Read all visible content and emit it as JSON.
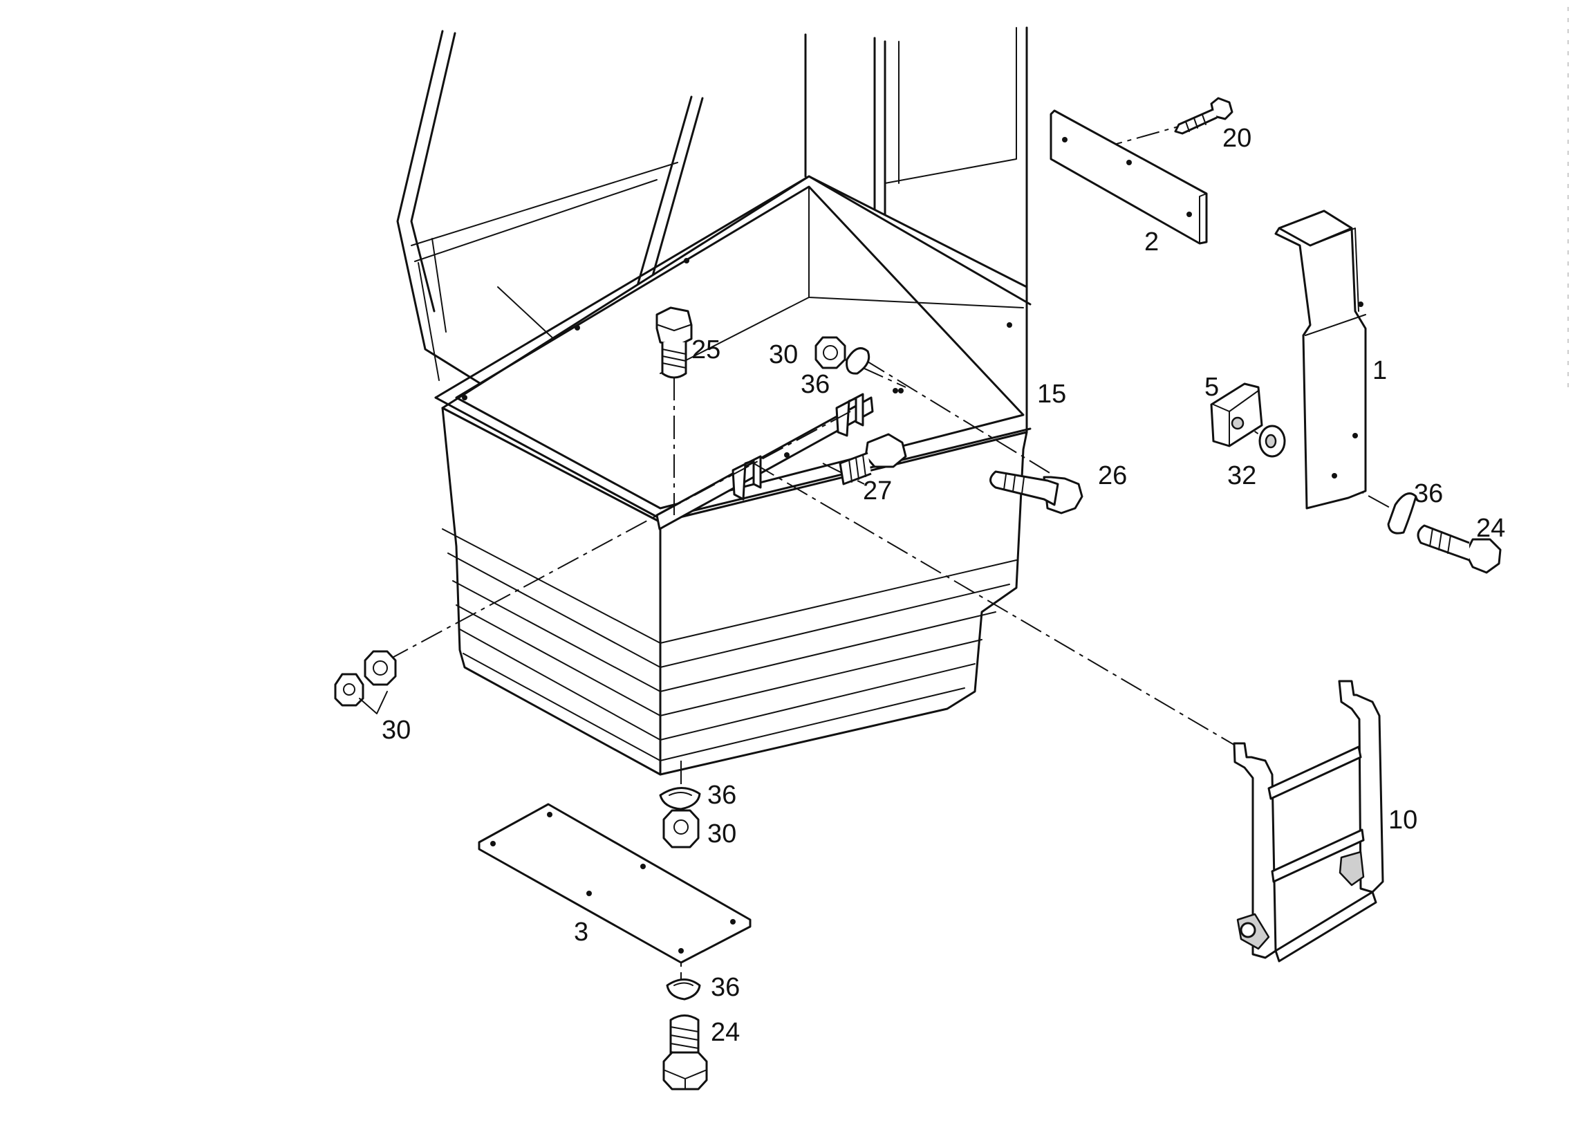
{
  "diagram": {
    "labels": {
      "l1": "1",
      "l2": "2",
      "l3": "3",
      "l5": "5",
      "l10": "10",
      "l15": "15",
      "l20": "20",
      "l24_right": "24",
      "l24_bottom": "24",
      "l25": "25",
      "l26": "26",
      "l27": "27",
      "l30_top": "30",
      "l30_left": "30",
      "l30_bottom": "30",
      "l32": "32",
      "l36_top": "36",
      "l36_right": "36",
      "l36_mid": "36",
      "l36_bottom": "36"
    }
  }
}
